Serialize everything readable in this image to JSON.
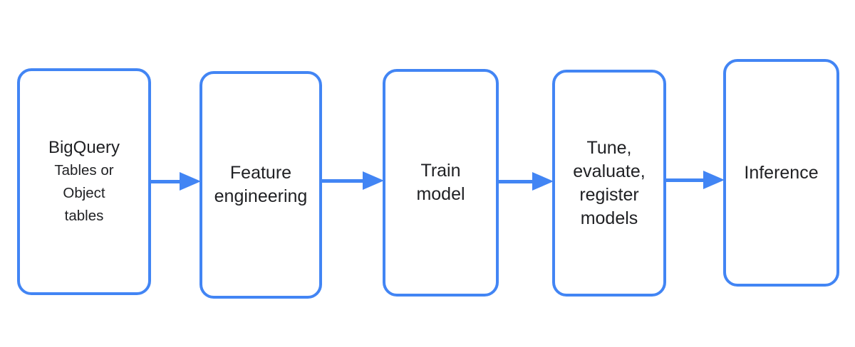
{
  "diagram": {
    "type": "flowchart",
    "description": "Horizontal machine-learning workflow of five rounded rectangles connected by right-pointing arrows",
    "colors": {
      "accent": "#4285f4",
      "text": "#202124",
      "background": "#ffffff"
    },
    "nodes": [
      {
        "id": "bigquery-source",
        "lines": [
          "BigQuery",
          "Tables or",
          "Object",
          "tables"
        ]
      },
      {
        "id": "feature-engineering",
        "lines": [
          "Feature",
          "engineering"
        ]
      },
      {
        "id": "train-model",
        "lines": [
          "Train",
          "model"
        ]
      },
      {
        "id": "tune-evaluate-register",
        "lines": [
          "Tune,",
          "evaluate,",
          "register",
          "models"
        ]
      },
      {
        "id": "inference",
        "lines": [
          "Inference"
        ]
      }
    ],
    "connectors": [
      {
        "from": "bigquery-source",
        "to": "feature-engineering"
      },
      {
        "from": "feature-engineering",
        "to": "train-model"
      },
      {
        "from": "train-model",
        "to": "tune-evaluate-register"
      },
      {
        "from": "tune-evaluate-register",
        "to": "inference"
      }
    ]
  }
}
